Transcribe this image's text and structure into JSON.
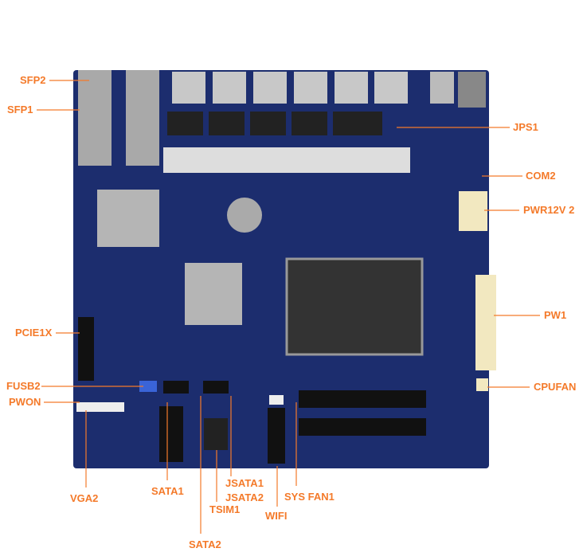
{
  "title": "Motherboard connector layout",
  "accent_color": "#f47a2a",
  "board_color": "#1c2d6e",
  "labels": {
    "sfp2": "SFP2",
    "sfp1": "SFP1",
    "jps1": "JPS1",
    "com2": "COM2",
    "pwr12v2": "PWR12V 2",
    "pw1": "PW1",
    "cpufan": "CPUFAN",
    "pcie1x": "PCIE1X",
    "fusb2": "FUSB2",
    "pwon": "PWON",
    "vga2": "VGA2",
    "sata1": "SATA1",
    "jsata1": "JSATA1",
    "jsata2": "JSATA2",
    "tsim1": "TSIM1",
    "sysfan1": "SYS FAN1",
    "wifi": "WIFI",
    "sata2": "SATA2"
  }
}
